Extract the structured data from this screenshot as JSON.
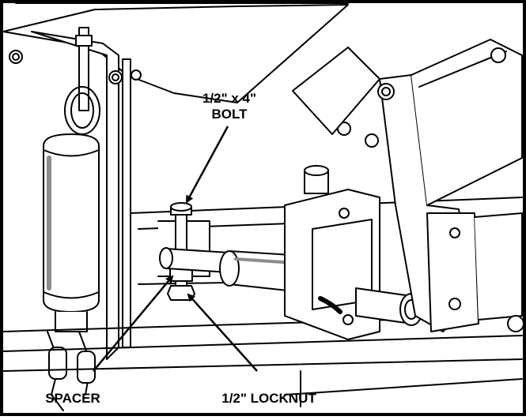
{
  "diagram": {
    "callouts": {
      "bolt_line1": "1/2\" x 4\"",
      "bolt_line2": "BOLT",
      "spacer": "SPACER",
      "locknut": "1/2\" LOCKNUT"
    },
    "colors": {
      "ink": "#000000",
      "paper": "#ffffff",
      "shade": "#d9d9d9",
      "dark_shade": "#8c8c8c"
    }
  }
}
